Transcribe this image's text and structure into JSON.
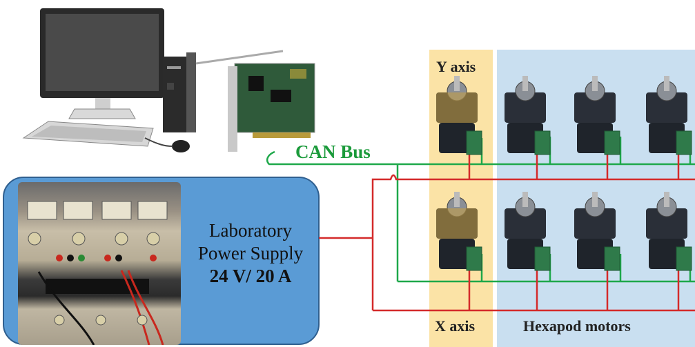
{
  "labels": {
    "y_axis": "Y axis",
    "x_axis": "X axis",
    "hexapod": "Hexapod motors",
    "can_bus": "CAN Bus",
    "psu_line1": "Laboratory",
    "psu_line2": "Power Supply",
    "psu_rating": "24 V/ 20 A"
  },
  "colors": {
    "can_bus_wire": "#1ea84a",
    "power_wire": "#d42a2a",
    "axis_panel": "#fbe3a6",
    "hexapod_panel": "#c9dff0",
    "psu_box": "#5a9bd5"
  }
}
